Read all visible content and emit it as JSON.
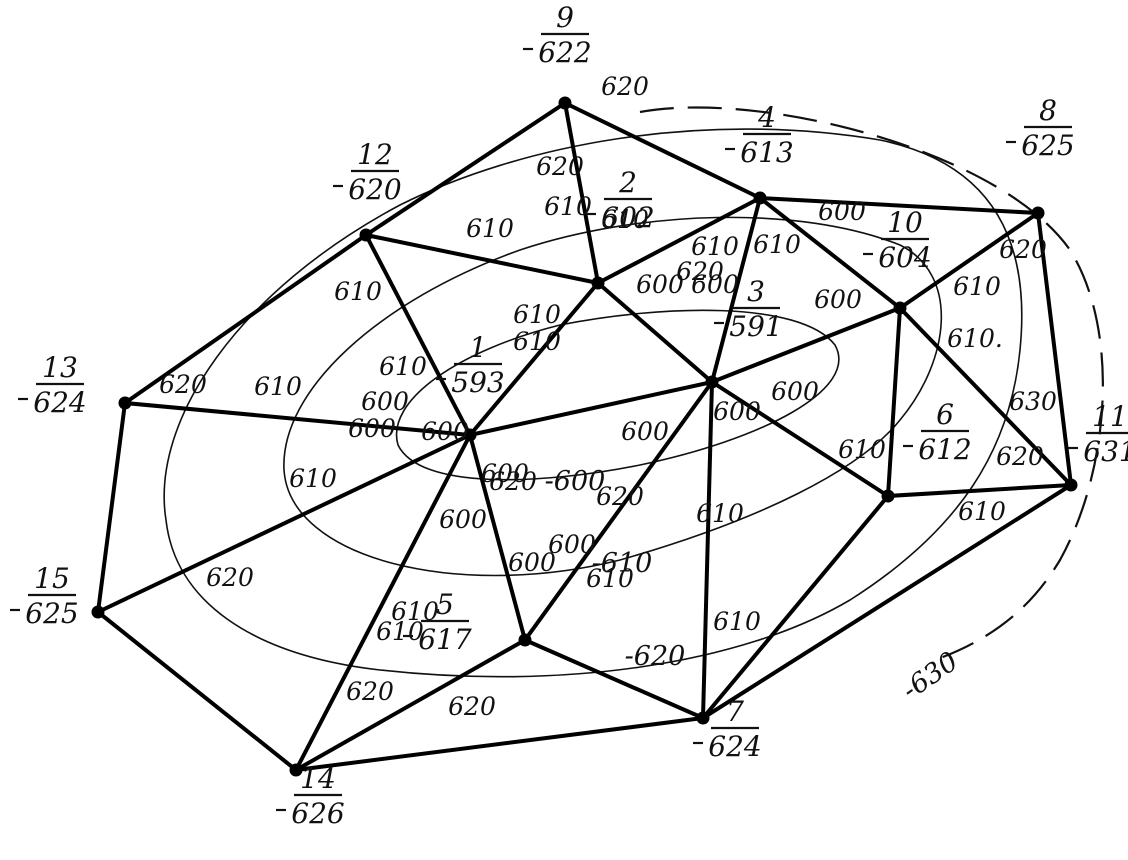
{
  "nodes": [
    {
      "id": "n1",
      "number": "1",
      "elevation": "593"
    },
    {
      "id": "n2",
      "number": "2",
      "elevation": "602"
    },
    {
      "id": "n3",
      "number": "3",
      "elevation": "591"
    },
    {
      "id": "n4",
      "number": "4",
      "elevation": "613"
    },
    {
      "id": "n5",
      "number": "5",
      "elevation": "617"
    },
    {
      "id": "n6",
      "number": "6",
      "elevation": "612"
    },
    {
      "id": "n7",
      "number": "7",
      "elevation": "624"
    },
    {
      "id": "n8",
      "number": "8",
      "elevation": "625"
    },
    {
      "id": "n9",
      "number": "9",
      "elevation": "622"
    },
    {
      "id": "n10",
      "number": "10",
      "elevation": "604"
    },
    {
      "id": "n11",
      "number": "11",
      "elevation": "631"
    },
    {
      "id": "n12",
      "number": "12",
      "elevation": "620"
    },
    {
      "id": "n13",
      "number": "13",
      "elevation": "624"
    },
    {
      "id": "n14",
      "number": "14",
      "elevation": "626"
    },
    {
      "id": "n15",
      "number": "15",
      "elevation": "625"
    }
  ],
  "edges": [
    [
      "n9",
      "n12"
    ],
    [
      "n9",
      "n4"
    ],
    [
      "n9",
      "n2"
    ],
    [
      "n12",
      "n2"
    ],
    [
      "n12",
      "n13"
    ],
    [
      "n12",
      "n1"
    ],
    [
      "n2",
      "n4"
    ],
    [
      "n2",
      "n1"
    ],
    [
      "n2",
      "n3"
    ],
    [
      "n4",
      "n8"
    ],
    [
      "n4",
      "n3"
    ],
    [
      "n4",
      "n10"
    ],
    [
      "n8",
      "n10"
    ],
    [
      "n8",
      "n11"
    ],
    [
      "n10",
      "n11"
    ],
    [
      "n10",
      "n3"
    ],
    [
      "n10",
      "n6"
    ],
    [
      "n13",
      "n1"
    ],
    [
      "n13",
      "n15"
    ],
    [
      "n15",
      "n1"
    ],
    [
      "n15",
      "n14"
    ],
    [
      "n14",
      "n5"
    ],
    [
      "n14",
      "n7"
    ],
    [
      "n14",
      "n1"
    ],
    [
      "n1",
      "n3"
    ],
    [
      "n1",
      "n5"
    ],
    [
      "n3",
      "n5"
    ],
    [
      "n3",
      "n7"
    ],
    [
      "n3",
      "n6"
    ],
    [
      "n5",
      "n7"
    ],
    [
      "n6",
      "n11"
    ],
    [
      "n6",
      "n7"
    ],
    [
      "n7",
      "n11"
    ]
  ],
  "edge_labels": [
    "620",
    "620",
    "610",
    "610",
    "610",
    "610",
    "610",
    "610",
    "610",
    "610",
    "620",
    "600",
    "600",
    "600",
    "600",
    "610",
    "620",
    "610",
    "600",
    "600",
    "600",
    "600",
    "610",
    "610",
    "600",
    "600",
    "600",
    "600",
    "610",
    "610",
    "610.",
    "620",
    "630",
    "620",
    "610",
    "600",
    "600",
    "610",
    "610",
    "610",
    "620",
    "620",
    "620",
    "610",
    "620",
    "620"
  ],
  "contour_labels": [
    "-600",
    "-610",
    "-620",
    "-630"
  ]
}
